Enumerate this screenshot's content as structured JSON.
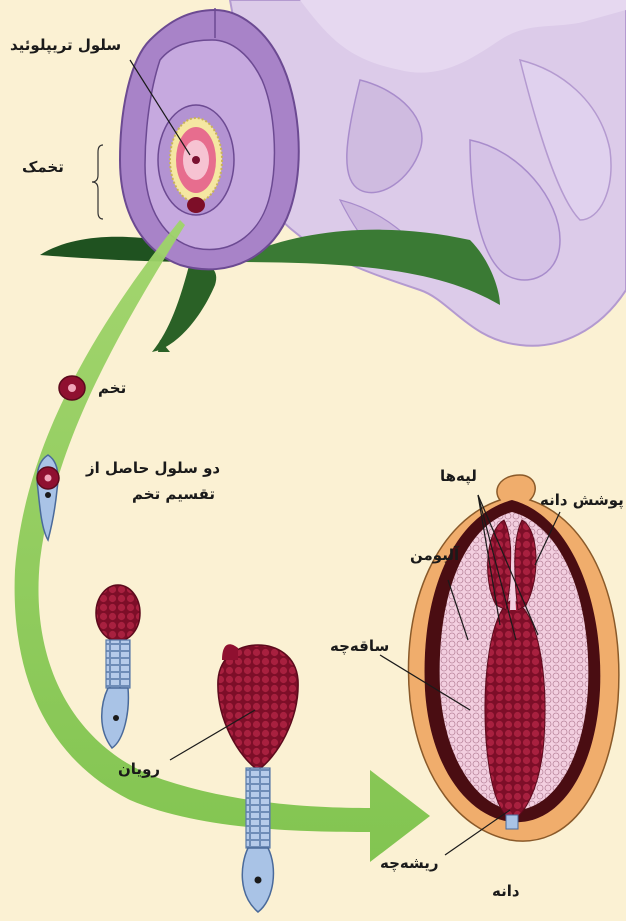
{
  "labels": {
    "triploid_cell": "سلول تریپلوئید",
    "ovule": "تخمک",
    "zygote": "تخم",
    "two_cells_line1": "دو سلول حاصل از",
    "two_cells_line2": "تقسیم تخم",
    "cotyledons": "لپه‌ها",
    "seed_coat": "پوشش دانه",
    "albumen": "آلبومن",
    "hypocotyl": "ساقه‌چه",
    "embryo": "رویان",
    "radicle": "ریشه‌چه",
    "seed": "دانه"
  },
  "colors": {
    "background": "#fbf1d3",
    "flower_fill": "#d9c5e6",
    "flower_edge": "#9c7cbb",
    "ovary": "#a983c7",
    "leaf": "#2f6b2c",
    "arrow": "#8ccb56",
    "cell_red": "#8f1030",
    "cell_blue": "#a9c3e6",
    "seed_coat": "#f0ad6c",
    "seed_ring": "#4a0d12",
    "albumen": "#f2c9db"
  }
}
